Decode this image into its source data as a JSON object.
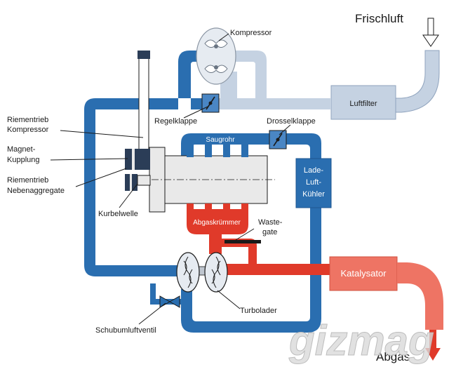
{
  "labels": {
    "frischluft": "Frischluft",
    "abgas": "Abgas",
    "kompressor": "Kompressor",
    "luftfilter": "Luftfilter",
    "regelklappe": "Regelklappe",
    "drosselklappe": "Drosselklappe",
    "riementrieb_kompressor_1": "Riementrieb",
    "riementrieb_kompressor_2": "Kompressor",
    "magnet_kupplung_1": "Magnet-",
    "magnet_kupplung_2": "Kupplung",
    "riementrieb_neben_1": "Riementrieb",
    "riementrieb_neben_2": "Nebenaggregate",
    "kurbelwelle": "Kurbelwelle",
    "saugrohr": "Saugrohr",
    "lade_1": "Lade-",
    "lade_2": "Luft-",
    "lade_3": "Kühler",
    "abgaskruemmer": "Abgaskrümmer",
    "wastegate_1": "Waste-",
    "wastegate_2": "gate",
    "katalysator": "Katalysator",
    "turbolader": "Turbolader",
    "schubumluftventil": "Schubumluftventil",
    "watermark": "gizmag"
  },
  "colors": {
    "fresh_air": "#c5d2e2",
    "charge_air": "#2a6eb0",
    "charge_air_light": "#4a86c4",
    "exhaust": "#e03a2a",
    "exhaust_light": "#ee7464",
    "engine_block": "#e9e9e9",
    "pulley": "#2b3d57",
    "outline": "#1a1a1a"
  },
  "icons": {
    "compressor": "roots-compressor-icon",
    "turbo": "turbocharger-icon",
    "valve": "butterfly-valve-icon",
    "arrow": "flow-arrow-icon"
  }
}
